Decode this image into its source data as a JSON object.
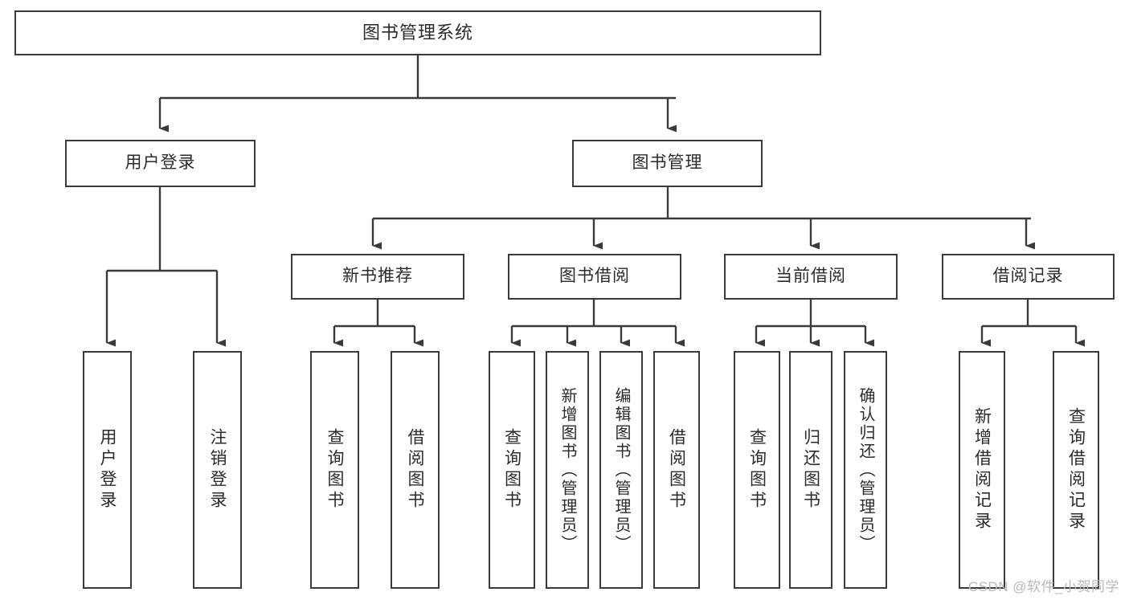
{
  "diagram": {
    "type": "tree",
    "title": "图书管理系统",
    "watermark": "CSDN @软件_小贺同学",
    "nodes": {
      "root": {
        "label": "图书管理系统"
      },
      "level1": [
        {
          "id": "user-login",
          "label": "用户登录"
        },
        {
          "id": "book-management",
          "label": "图书管理"
        }
      ],
      "level2": [
        {
          "id": "new-book-recommend",
          "label": "新书推荐"
        },
        {
          "id": "book-borrow",
          "label": "图书借阅"
        },
        {
          "id": "current-borrow",
          "label": "当前借阅"
        },
        {
          "id": "borrow-record",
          "label": "借阅记录"
        }
      ],
      "leaves": {
        "user_login": [
          {
            "id": "leaf-user-login",
            "label": "用户登录"
          },
          {
            "id": "leaf-logout",
            "label": "注销登录"
          }
        ],
        "new_book_recommend": [
          {
            "id": "leaf-query-book-1",
            "label": "查询图书"
          },
          {
            "id": "leaf-borrow-book-1",
            "label": "借阅图书"
          }
        ],
        "book_borrow": [
          {
            "id": "leaf-query-book-2",
            "label": "查询图书"
          },
          {
            "id": "leaf-add-book",
            "label": "新增图书（管理员）"
          },
          {
            "id": "leaf-edit-book",
            "label": "编辑图书（管理员）"
          },
          {
            "id": "leaf-borrow-book-2",
            "label": "借阅图书"
          }
        ],
        "current_borrow": [
          {
            "id": "leaf-query-book-3",
            "label": "查询图书"
          },
          {
            "id": "leaf-return-book",
            "label": "归还图书"
          },
          {
            "id": "leaf-confirm-return",
            "label": "确认归还（管理员）"
          }
        ],
        "borrow_record": [
          {
            "id": "leaf-add-record",
            "label": "新增借阅记录"
          },
          {
            "id": "leaf-query-record",
            "label": "查询借阅记录"
          }
        ]
      }
    },
    "colors": {
      "stroke": "#3a3a3a",
      "fill": "#ffffff",
      "text": "#2b2b2b",
      "watermark": "#b9b9b9"
    }
  }
}
